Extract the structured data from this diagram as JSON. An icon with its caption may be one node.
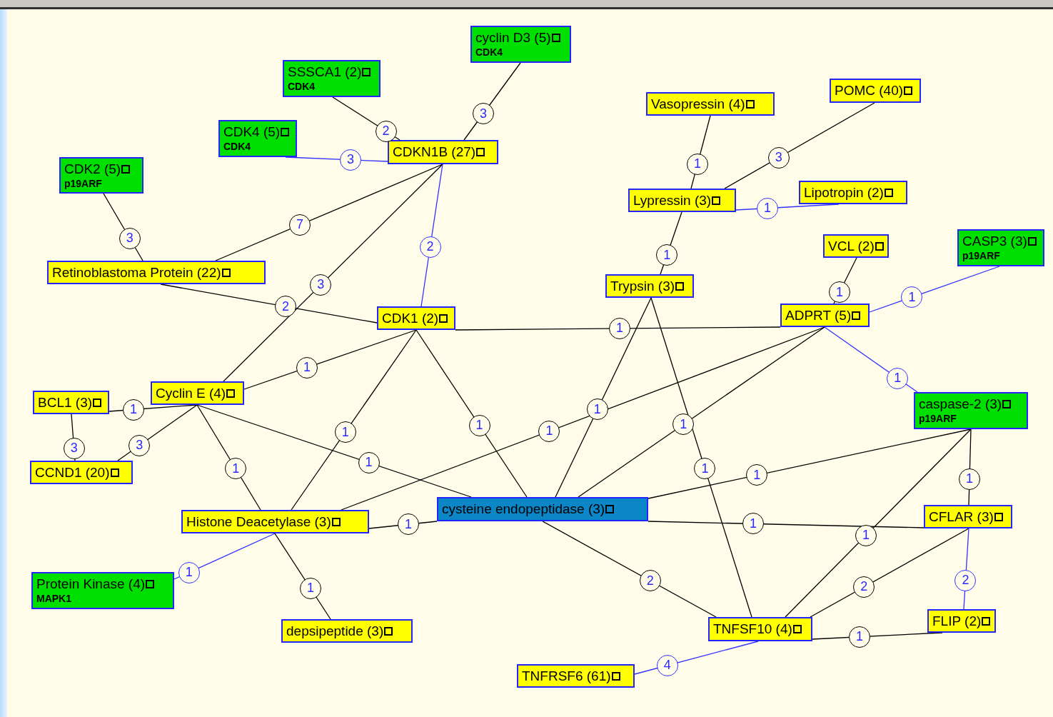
{
  "diagram": {
    "nodes": [
      {
        "text": [
          "cyclin D3 (5)",
          "CDK4"
        ]
      },
      {
        "text": [
          "SSSCA1 (2)",
          "CDK4"
        ]
      },
      {
        "text": [
          "CDK4 (5)",
          "CDK4"
        ]
      },
      {
        "text": [
          "CDK2 (5)",
          "p19ARF"
        ]
      },
      {
        "text": [
          "CDKN1B (27)"
        ]
      },
      {
        "text": [
          "Vasopressin (4)"
        ]
      },
      {
        "text": [
          "POMC (40)"
        ]
      },
      {
        "text": [
          "Lypressin (3)"
        ]
      },
      {
        "text": [
          "Lipotropin (2)"
        ]
      },
      {
        "text": [
          "Retinoblastoma Protein (22)"
        ]
      },
      {
        "text": [
          "VCL (2)"
        ]
      },
      {
        "text": [
          "CASP3 (3)",
          "p19ARF"
        ]
      },
      {
        "text": [
          "Trypsin (3)"
        ]
      },
      {
        "text": [
          "CDK1 (2)"
        ]
      },
      {
        "text": [
          "ADPRT (5)"
        ]
      },
      {
        "text": [
          "caspase-2 (3)",
          "p19ARF"
        ]
      },
      {
        "text": [
          "BCL1 (3)"
        ]
      },
      {
        "text": [
          "Cyclin E (4)"
        ]
      },
      {
        "text": [
          "CCND1 (20)"
        ]
      },
      {
        "text": [
          "cysteine endopeptidase (3)"
        ]
      },
      {
        "text": [
          "Histone Deacetylase (3)"
        ]
      },
      {
        "text": [
          "CFLAR (3)"
        ]
      },
      {
        "text": [
          "Protein Kinase (4)",
          "MAPK1"
        ]
      },
      {
        "text": [
          "depsipeptide (3)"
        ]
      },
      {
        "text": [
          "TNFSF10 (4)"
        ]
      },
      {
        "text": [
          "FLIP (2)"
        ]
      },
      {
        "text": [
          "TNFRSF6 (61)"
        ]
      }
    ],
    "edges": [
      {
        "from": 1,
        "to": 4,
        "arrow": "none",
        "label": "2"
      },
      {
        "from": 0,
        "to": 4,
        "arrow": "none",
        "label": "3"
      },
      {
        "from": 2,
        "to": 4,
        "arrow": "none",
        "label": "3",
        "color": "#3333ff"
      },
      {
        "from": 3,
        "to": 9,
        "arrow": "none",
        "label": "3"
      },
      {
        "from": 4,
        "to": 9,
        "arrow": "none",
        "label": "7"
      },
      {
        "from": 4,
        "to": 17,
        "arrow": "none",
        "label": "3"
      },
      {
        "from": 4,
        "to": 13,
        "arrow": "none",
        "label": "2",
        "color": "#3333ff"
      },
      {
        "from": 9,
        "to": 13,
        "arrow": "none",
        "label": "2"
      },
      {
        "from": 13,
        "to": 14,
        "arrow": "none",
        "label": "1"
      },
      {
        "from": 5,
        "to": 7,
        "arrow": "none",
        "label": "1"
      },
      {
        "from": 6,
        "to": 7,
        "arrow": "none",
        "label": "3"
      },
      {
        "from": 7,
        "to": 8,
        "arrow": "none",
        "label": "1",
        "color": "#3333ff"
      },
      {
        "from": 7,
        "to": 12,
        "arrow": "none",
        "label": "1"
      },
      {
        "from": 10,
        "to": 14,
        "arrow": "none",
        "label": "1"
      },
      {
        "from": 14,
        "to": 11,
        "arrow": "none",
        "label": "1",
        "color": "#3333ff"
      },
      {
        "from": 14,
        "to": 15,
        "arrow": "none",
        "label": "1",
        "color": "#3333ff"
      },
      {
        "from": 13,
        "to": 17,
        "arrow": "none",
        "label": "1"
      },
      {
        "from": 13,
        "to": 20,
        "arrow": "none",
        "label": "1"
      },
      {
        "from": 13,
        "to": 19,
        "arrow": "none",
        "label": "1"
      },
      {
        "from": 14,
        "to": 20,
        "arrow": "none",
        "label": "1"
      },
      {
        "from": 12,
        "to": 19,
        "arrow": "none",
        "label": "1"
      },
      {
        "from": 12,
        "to": 24,
        "arrow": "none",
        "label": "1"
      },
      {
        "from": 14,
        "to": 19,
        "arrow": "none",
        "label": "1"
      },
      {
        "from": 17,
        "to": 16,
        "arrow": "none",
        "label": "1"
      },
      {
        "from": 16,
        "to": 18,
        "arrow": "none",
        "label": "3"
      },
      {
        "from": 17,
        "to": 18,
        "arrow": "none",
        "label": "3"
      },
      {
        "from": 17,
        "to": 20,
        "arrow": "none",
        "label": "1"
      },
      {
        "from": 17,
        "to": 19,
        "arrow": "none",
        "label": "1"
      },
      {
        "from": 19,
        "to": 15,
        "arrow": "none",
        "label": "1"
      },
      {
        "from": 15,
        "to": 21,
        "arrow": "none",
        "label": "1"
      },
      {
        "from": 19,
        "to": 21,
        "arrow": "none",
        "label": "1"
      },
      {
        "from": 15,
        "to": 24,
        "arrow": "none",
        "label": "1"
      },
      {
        "from": 21,
        "to": 24,
        "arrow": "none",
        "label": "2"
      },
      {
        "from": 21,
        "to": 25,
        "arrow": "none",
        "label": "2",
        "color": "#3333ff"
      },
      {
        "from": 19,
        "to": 24,
        "arrow": "none",
        "label": "2"
      },
      {
        "from": 20,
        "to": 19,
        "arrow": "none",
        "label": "1"
      },
      {
        "from": 20,
        "to": 22,
        "arrow": "none",
        "label": "1",
        "color": "#3333ff"
      },
      {
        "from": 20,
        "to": 23,
        "arrow": "none",
        "label": "1"
      },
      {
        "from": 24,
        "to": 25,
        "arrow": "none",
        "label": "1"
      },
      {
        "from": 24,
        "to": 26,
        "arrow": "none",
        "label": "4",
        "color": "#3333ff"
      }
    ]
  }
}
